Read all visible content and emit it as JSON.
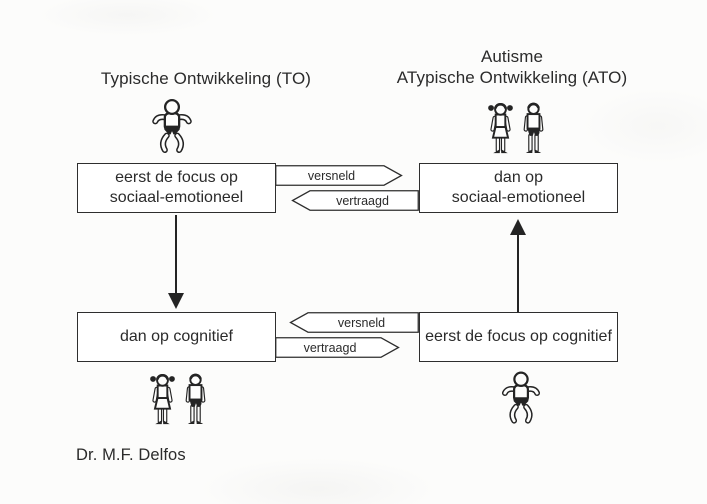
{
  "columns": {
    "left": {
      "title": "Typische Ontwikkeling (TO)",
      "box_top": {
        "line1": "eerst de focus op",
        "line2": "sociaal-emotioneel"
      },
      "box_bottom": {
        "text": "dan op cognitief"
      }
    },
    "right": {
      "title_line1": "Autisme",
      "title_line2": "ATypische Ontwikkeling (ATO)",
      "box_top": {
        "line1": "dan op",
        "line2": "sociaal-emotioneel"
      },
      "box_bottom": {
        "text": "eerst de focus op cognitief"
      }
    }
  },
  "arrows": {
    "top_versneld": {
      "label": "versneld",
      "direction": "right"
    },
    "top_vertraagd": {
      "label": "vertraagd",
      "direction": "left"
    },
    "bottom_versneld": {
      "label": "versneld",
      "direction": "left"
    },
    "bottom_vertraagd": {
      "label": "vertraagd",
      "direction": "right"
    },
    "left_vertical_direction": "down",
    "right_vertical_direction": "up"
  },
  "icons": {
    "top_left": "baby-icon",
    "top_right": "girl-and-boy-icons",
    "bottom_left": "girl-and-boy-icons",
    "bottom_right": "baby-icon"
  },
  "credit": "Dr. M.F. Delfos",
  "colors": {
    "ink": "#2b2b2b",
    "background": "#fcfcfb",
    "box_fill": "#ffffff"
  }
}
